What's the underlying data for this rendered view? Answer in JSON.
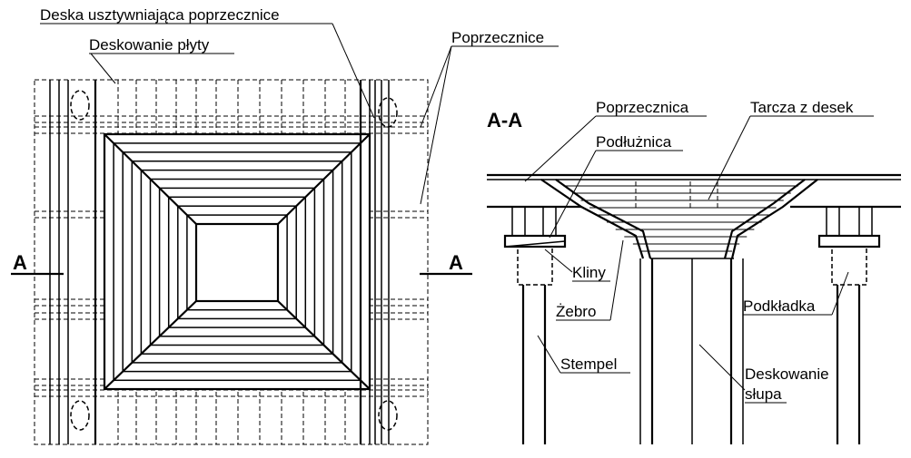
{
  "plan_view": {
    "labels": {
      "stiffening_board": "Deska usztywniająca poprzecznice",
      "slab_formwork": "Deskowanie płyty",
      "crossbeams": "Poprzecznice"
    },
    "section_mark_left": "A",
    "section_mark_right": "A"
  },
  "section_view": {
    "title": "A-A",
    "labels": {
      "crossbeam": "Poprzecznica",
      "longitudinal_beam": "Podłużnica",
      "board_disc": "Tarcza z desek",
      "wedges": "Kliny",
      "rib": "Żebro",
      "shim": "Podkładka",
      "prop": "Stempel",
      "column_formwork_line1": "Deskowanie",
      "column_formwork_line2": "słupa"
    }
  }
}
